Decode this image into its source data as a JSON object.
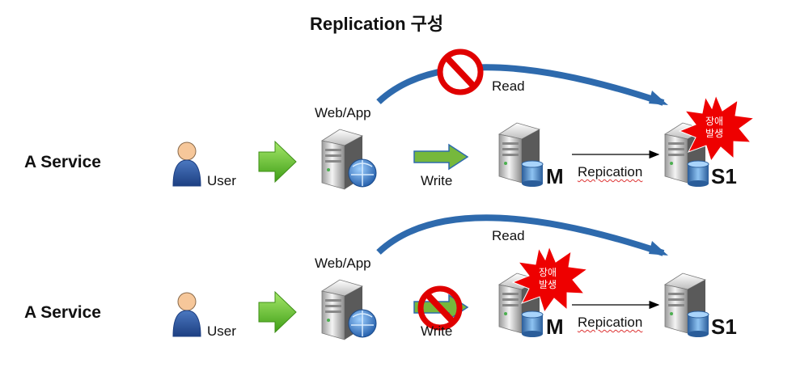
{
  "title": "Replication 구성",
  "rows": [
    {
      "service_label": "A Service",
      "user_label": "User",
      "webapp_label": "Web/App",
      "write_label": "Write",
      "read_label": "Read",
      "master_label": "M",
      "replication_label": "Repication",
      "slave_label": "S1",
      "failure_label_line1": "장애",
      "failure_label_line2": "발생"
    },
    {
      "service_label": "A Service",
      "user_label": "User",
      "webapp_label": "Web/App",
      "write_label": "Write",
      "read_label": "Read",
      "master_label": "M",
      "replication_label": "Repication",
      "slave_label": "S1",
      "failure_label_line1": "장애",
      "failure_label_line2": "발생"
    }
  ],
  "colors": {
    "arc": "#2e6aad",
    "forbidden": "#e00000",
    "burst": "#ee0000",
    "green_arrow": "#5fbf2a"
  }
}
